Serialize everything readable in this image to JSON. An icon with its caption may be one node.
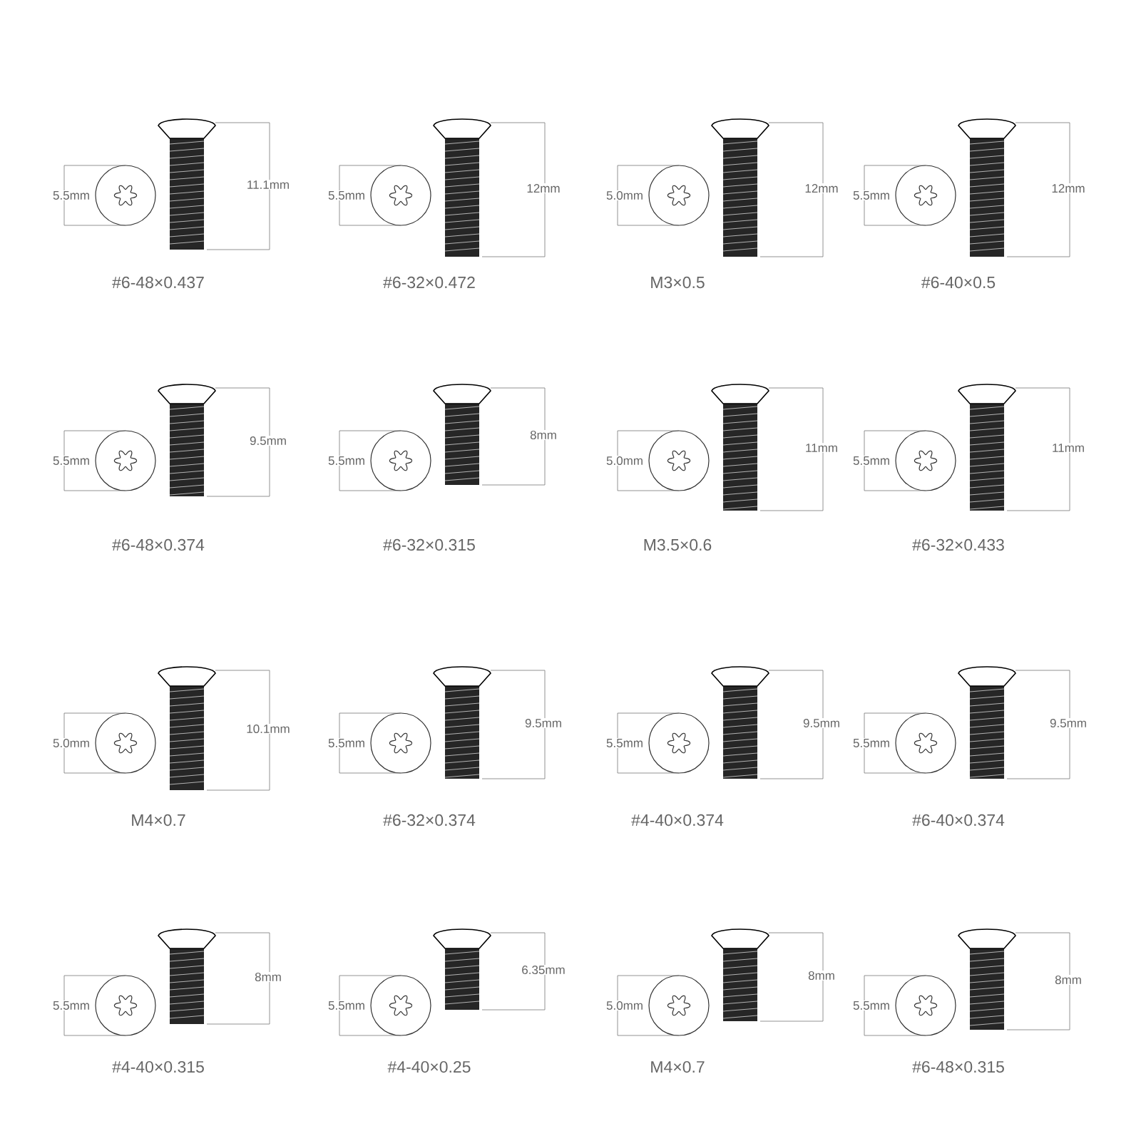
{
  "diagram": {
    "labels": [
      "5.5mm",
      "11.1mm",
      "#6-48×0.437",
      "5.5mm",
      "12mm",
      "#6-32×0.472",
      "5.0mm",
      "12mm",
      "M3×0.5",
      "5.5mm",
      "12mm",
      "#6-40×0.5",
      "5.5mm",
      "9.5mm",
      "#6-48×0.374",
      "5.5mm",
      "8mm",
      "#6-32×0.315",
      "5.0mm",
      "11mm",
      "M3.5×0.6",
      "5.5mm",
      "11mm",
      "#6-32×0.433",
      "5.0mm",
      "10.1mm",
      "M4×0.7",
      "5.5mm",
      "9.5mm",
      "#6-32×0.374",
      "5.5mm",
      "9.5mm",
      "#4-40×0.374",
      "5.5mm",
      "9.5mm",
      "#6-40×0.374",
      "5.5mm",
      "8mm",
      "#4-40×0.315",
      "5.5mm",
      "6.35mm",
      "#4-40×0.25",
      "5.0mm",
      "8mm",
      "M4×0.7",
      "5.5mm",
      "8mm",
      "#6-48×0.315"
    ]
  }
}
